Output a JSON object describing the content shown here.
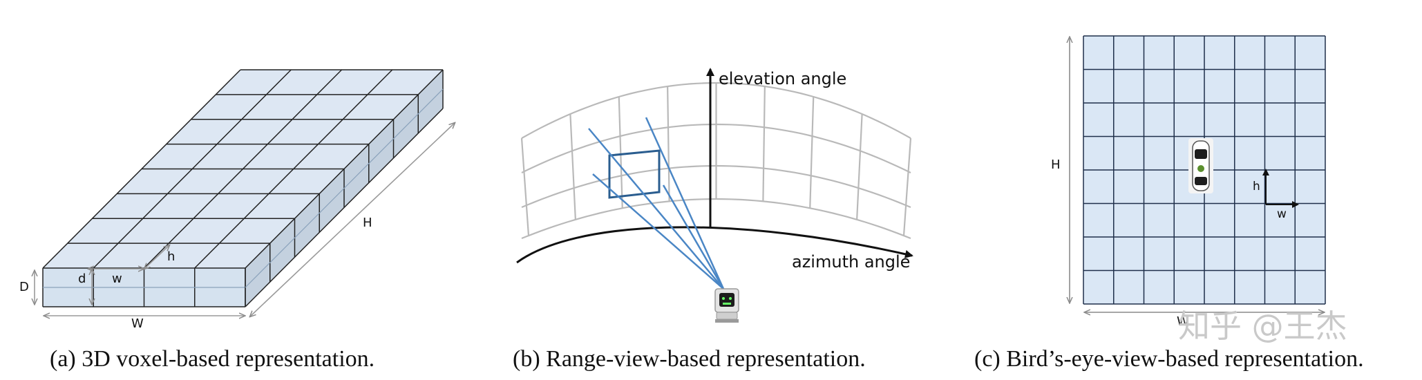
{
  "panel_a": {
    "caption": "(a) 3D voxel-based representation.",
    "labels": {
      "D": "D",
      "d": "d",
      "w": "w",
      "h": "h",
      "H": "H",
      "W": "W"
    },
    "colors": {
      "top": "#dde7f3",
      "side": "#c4d1df",
      "front": "#d5e2ef",
      "edge": "#222222",
      "dim": "#9a9a9a"
    }
  },
  "panel_b": {
    "caption": "(b) Range-view-based representation.",
    "elevation_label": "elevation angle",
    "azimuth_label": "azimuth angle",
    "colors": {
      "grid": "#b9b9b9",
      "ray": "#4a86c5",
      "cell": "#2a5d8f"
    },
    "sensor_icon": "lidar-sensor-icon"
  },
  "panel_c": {
    "caption": "(c) Bird’s-eye-view-based representation.",
    "labels": {
      "H": "H",
      "h": "h",
      "w": "w",
      "W": "W"
    },
    "colors": {
      "cell": "#dae7f5",
      "grid": "#1e2f4a",
      "dim": "#8a8a8a"
    },
    "vehicle_icon": "car-top-view-icon"
  },
  "watermark": "知乎 @王杰"
}
